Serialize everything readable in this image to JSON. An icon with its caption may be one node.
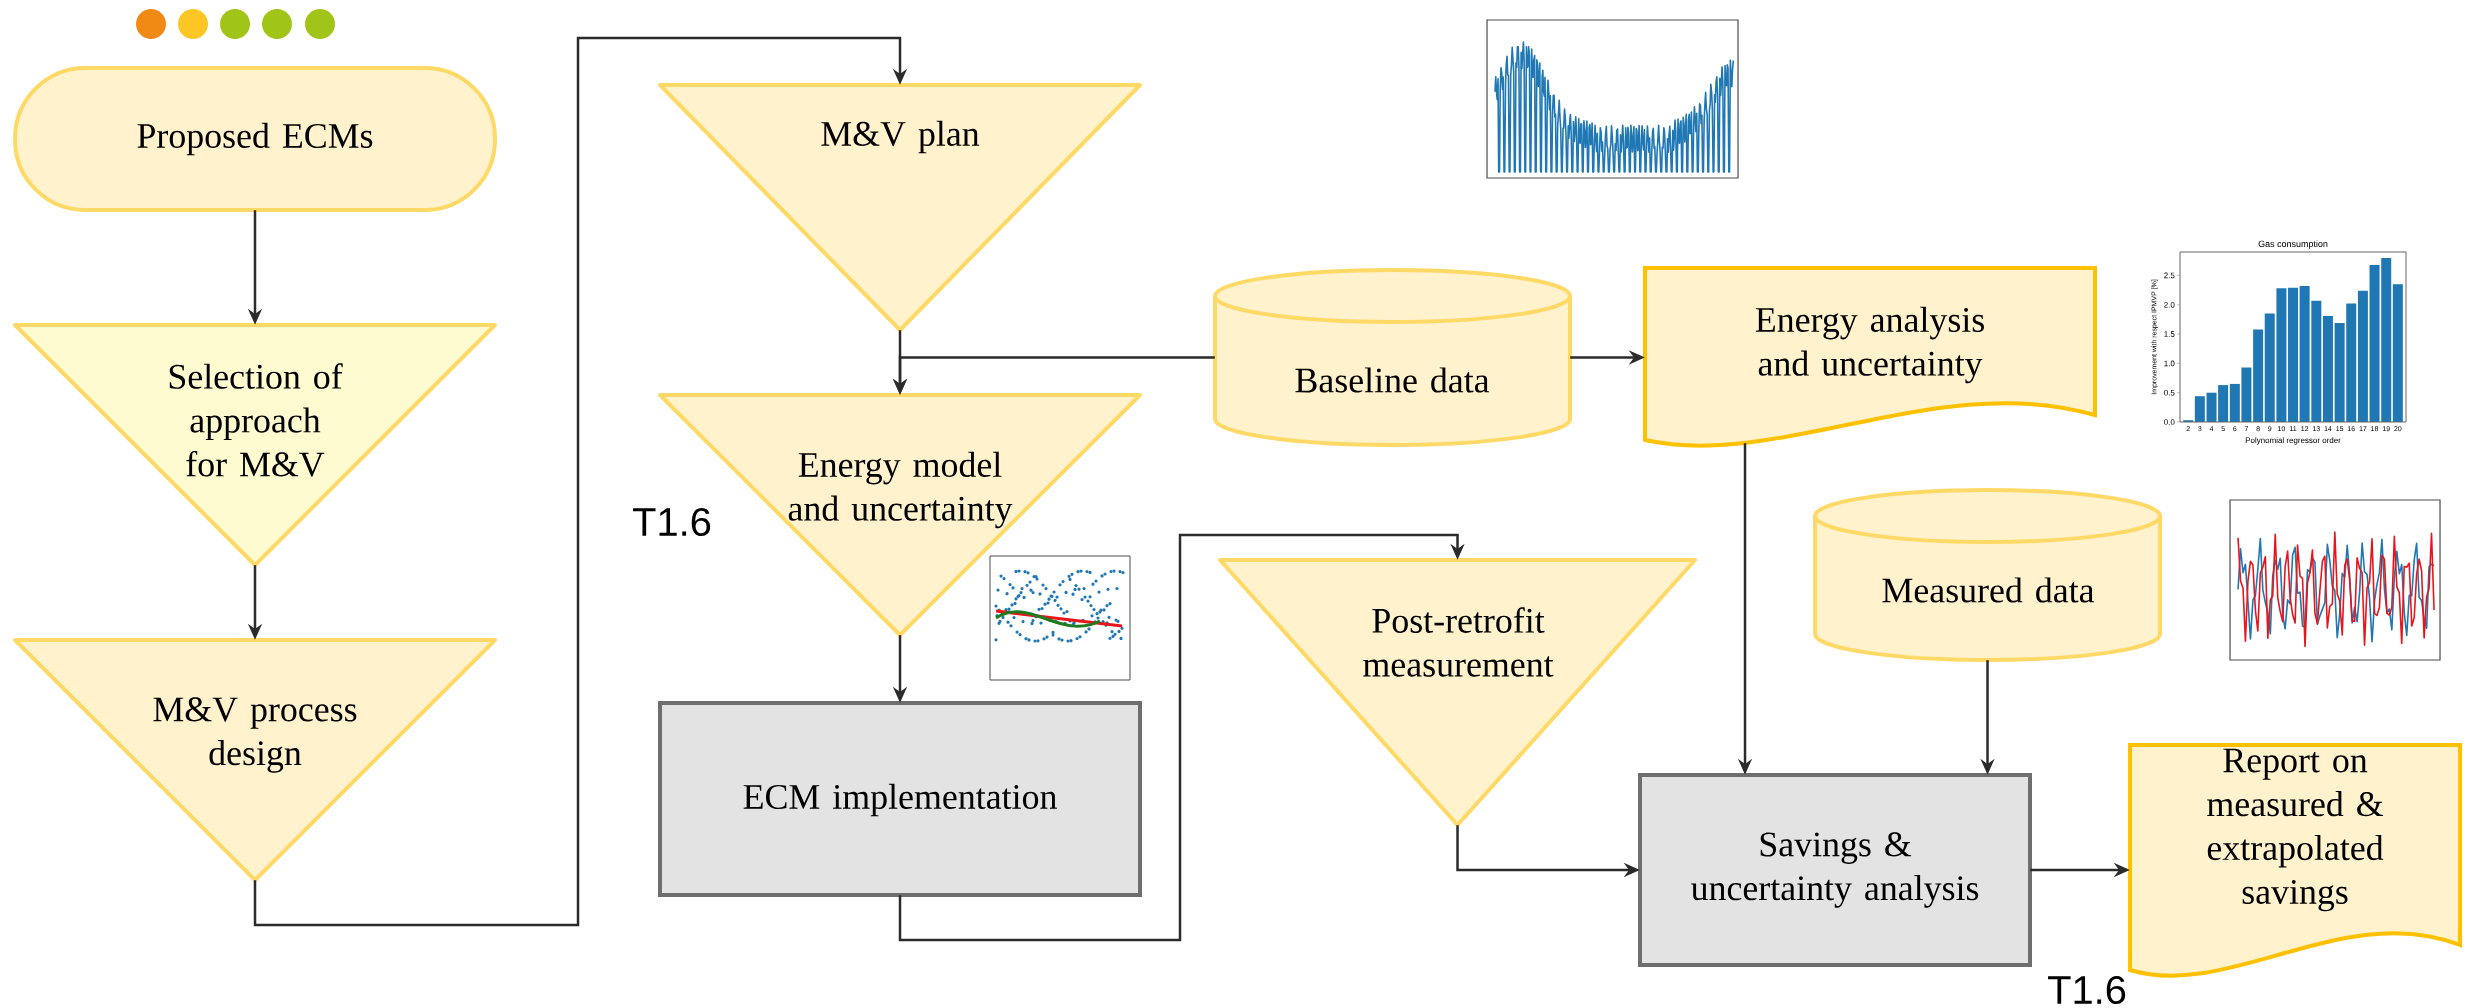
{
  "diagram": {
    "nodes": [
      {
        "text": [
          "Proposed ECMs"
        ]
      },
      {
        "text": [
          "Selection of approach for M&V"
        ]
      },
      {
        "text": [
          "M&V process design"
        ]
      },
      {
        "text": [
          "M&V plan"
        ]
      },
      {
        "text": [
          "Energy model and uncertainty"
        ]
      },
      {
        "text": [
          "ECM implementation"
        ]
      },
      {
        "text": [
          "Baseline data"
        ]
      },
      {
        "text": [
          "Energy analysis and uncertainty"
        ]
      },
      {
        "text": [
          "Post-retrofit measurement"
        ]
      },
      {
        "text": [
          "Measured data"
        ]
      },
      {
        "text": [
          "Savings & uncertainty analysis"
        ]
      },
      {
        "text": [
          "Report on measured & extrapolated savings"
        ]
      }
    ],
    "edges": [
      {
        "from": 0,
        "to": 1,
        "arrow": "to"
      },
      {
        "from": 1,
        "to": 2,
        "arrow": "to"
      },
      {
        "from": 2,
        "to": 3,
        "arrow": "to"
      },
      {
        "from": 3,
        "to": 4,
        "arrow": "to"
      },
      {
        "from": 6,
        "to": 4,
        "arrow": "to"
      },
      {
        "from": 6,
        "to": 7,
        "arrow": "to"
      },
      {
        "from": 4,
        "to": 5,
        "arrow": "to"
      },
      {
        "from": 5,
        "to": 8,
        "arrow": "to"
      },
      {
        "from": 7,
        "to": 10,
        "arrow": "to"
      },
      {
        "from": 9,
        "to": 10,
        "arrow": "to"
      },
      {
        "from": 8,
        "to": 10,
        "arrow": "to"
      },
      {
        "from": 10,
        "to": 11,
        "arrow": "to"
      }
    ],
    "labels": [
      "T1.6",
      "T1.6"
    ],
    "chart_data": {
      "type": "bar",
      "title": "Gas consumption",
      "xlabel": "Polynomial regressor order",
      "ylabel": "Improvement with respect IPMVP [%]",
      "categories": [
        "2",
        "3",
        "4",
        "5",
        "6",
        "7",
        "8",
        "9",
        "10",
        "11",
        "12",
        "13",
        "14",
        "15",
        "16",
        "17",
        "18",
        "19",
        "20"
      ],
      "values": [
        0.03,
        0.44,
        0.5,
        0.63,
        0.65,
        0.93,
        1.58,
        1.85,
        2.28,
        2.29,
        2.32,
        2.07,
        1.81,
        1.69,
        2.02,
        2.24,
        2.68,
        2.8,
        2.35
      ],
      "ylim": [
        0,
        2.9
      ],
      "yticks": [
        {
          "value": 0,
          "label": "0.0"
        },
        {
          "value": 0.5,
          "label": "0.5"
        },
        {
          "value": 1.0,
          "label": "1.0"
        },
        {
          "value": 1.5,
          "label": "1.5"
        },
        {
          "value": 2.0,
          "label": "2.0"
        },
        {
          "value": 2.5,
          "label": "2.5"
        }
      ]
    }
  }
}
